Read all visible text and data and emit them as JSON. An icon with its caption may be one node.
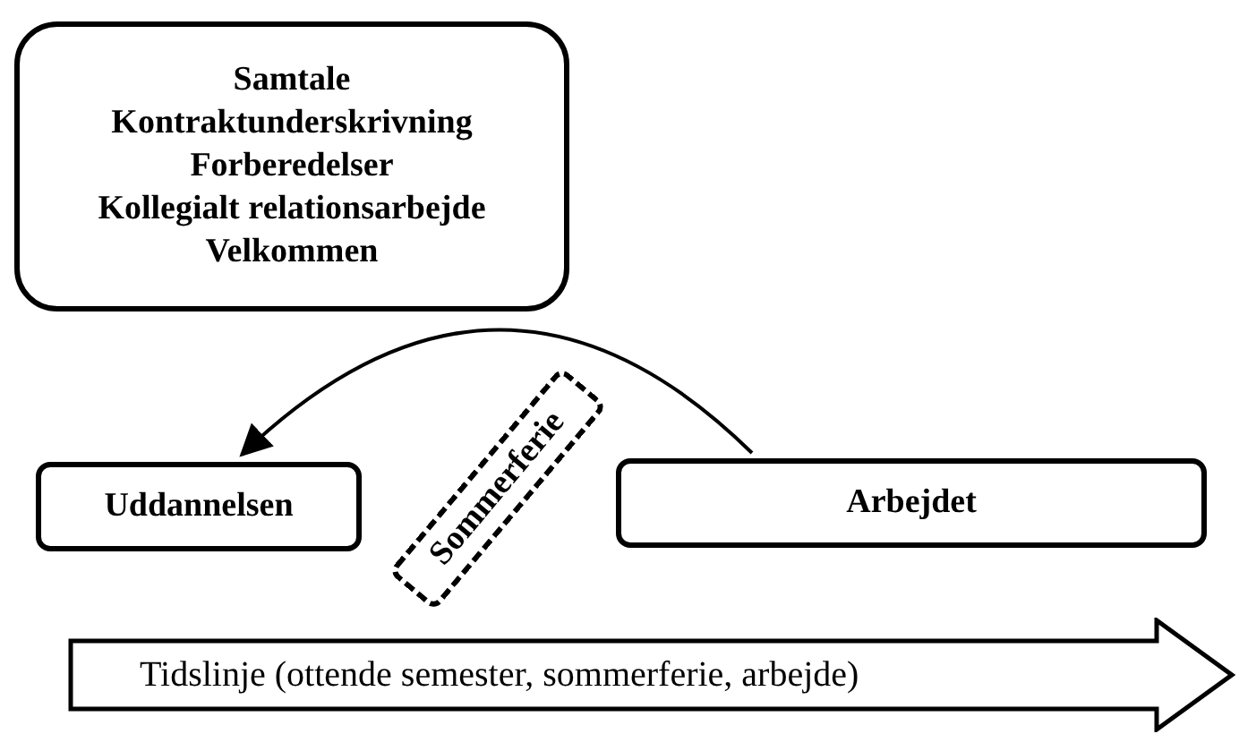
{
  "diagram": {
    "nodes": [
      {
        "text": [
          "Samtale",
          "Kontraktunderskrivning",
          "Forberedelser",
          "Kollegialt relationsarbejde",
          "Velkommen"
        ]
      },
      {
        "text": [
          "Uddannelsen"
        ]
      },
      {
        "text": [
          "Arbejdet"
        ]
      },
      {
        "text": [
          "Sommerferie"
        ]
      },
      {
        "text": [
          "Tidslinje (ottende semester, sommerferie, arbejde)"
        ]
      }
    ],
    "edges": [
      {
        "from": 2,
        "to": 1,
        "arrow": "to"
      }
    ]
  }
}
